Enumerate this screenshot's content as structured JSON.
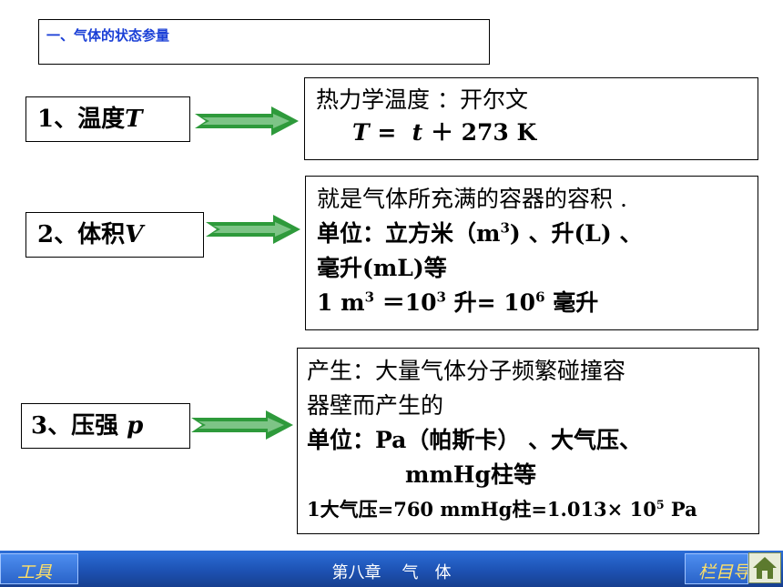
{
  "section": {
    "title": "一、气体的状态参量"
  },
  "items": [
    {
      "label_prefix": "1、温度",
      "label_var": "T",
      "lines": [
        "热力学温度 ：开尔文",
        "T =  t ＋ 273 K"
      ]
    },
    {
      "label_prefix": "2、体积",
      "label_var": "V",
      "lines": [
        "就是气体所充满的容器的容积 .",
        "单位：立方米（m",
        "3",
        ") 、升(L) 、",
        "毫升(mL)等",
        "1 m",
        "3",
        " ＝10",
        "3",
        " 升= 10",
        "6",
        " 毫升"
      ]
    },
    {
      "label_prefix": "3、压强",
      "label_var": "p",
      "lines": [
        "产生：大量气体分子频繁碰撞容",
        "器壁而产生的",
        "单位：Pa（帕斯卡） 、大气压、",
        "mmHg柱等",
        "1大气压=760 mmHg柱=1.013× 10",
        "5",
        " Pa"
      ]
    }
  ],
  "footer": {
    "left_button": "工具",
    "center": "第八章　 气　体",
    "right_button": "栏目导"
  },
  "colors": {
    "arrow": "#2e9a3b",
    "title": "#1a3fd6",
    "footer": "#1d52b3"
  }
}
